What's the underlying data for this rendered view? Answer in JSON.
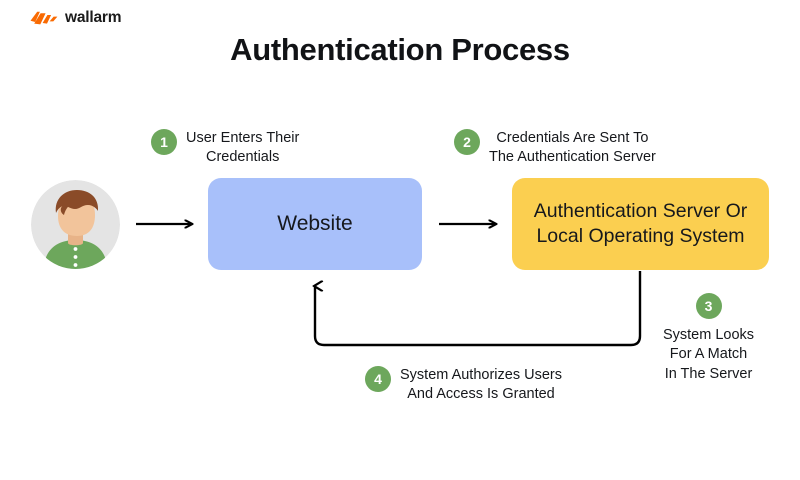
{
  "brand": {
    "name": "wallarm",
    "mark_icon": "wallarm-lightning-logo-icon",
    "mark_color": "#F96A02"
  },
  "title": "Authentication Process",
  "colors": {
    "accent_orange": "#F96A02",
    "badge_green": "#6DA75C",
    "website_blue": "#A8C0FA",
    "server_yellow": "#FBCF50",
    "text_dark": "#16181C",
    "avatar_bg": "#E4E4E4",
    "avatar_hair": "#8A4B28",
    "avatar_skin": "#F2C49B",
    "avatar_shirt": "#6DA75C",
    "arrow": "#000000"
  },
  "avatar": {
    "icon": "user-avatar-icon",
    "alt": "User"
  },
  "nodes": [
    {
      "id": "website",
      "label": "Website"
    },
    {
      "id": "authserver",
      "label_line1": "Authentication Server Or",
      "label_line2": "Local Operating System"
    }
  ],
  "steps": [
    {
      "number": "1",
      "line1": "User Enters Their",
      "line2": "Credentials"
    },
    {
      "number": "2",
      "line1": "Credentials Are Sent To",
      "line2": "The Authentication Server"
    },
    {
      "number": "3",
      "line1": "System Looks",
      "line2": "For A Match",
      "line3": "In The Server"
    },
    {
      "number": "4",
      "line1": "System Authorizes Users",
      "line2": "And Access Is Granted"
    }
  ],
  "connectors": [
    {
      "id": "user-to-website",
      "icon": "arrow-right-icon"
    },
    {
      "id": "website-to-authserver",
      "icon": "arrow-right-icon"
    },
    {
      "id": "authserver-back-to-website",
      "icon": "arrow-loop-up-icon"
    }
  ]
}
